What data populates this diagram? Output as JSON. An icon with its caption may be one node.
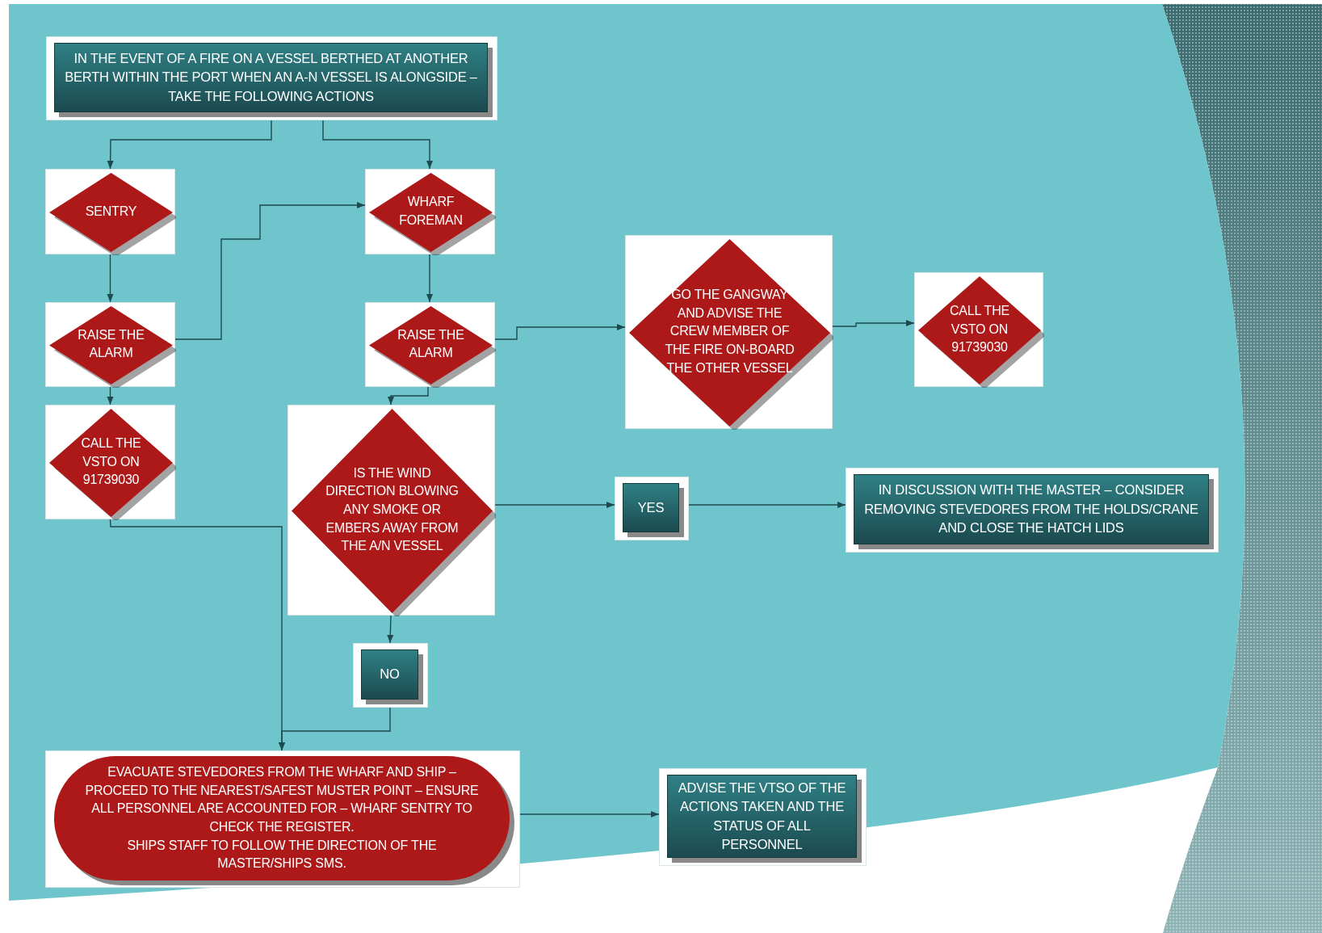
{
  "diagram": {
    "nodes": [
      {
        "text": [
          "IN THE EVENT OF A FIRE ON A VESSEL BERTHED AT ANOTHER BERTH WITHIN THE PORT WHEN AN A-N VESSEL IS ALONGSIDE – TAKE THE FOLLOWING ACTIONS"
        ]
      },
      {
        "text": [
          "SENTRY"
        ]
      },
      {
        "text": [
          "WHARF FOREMAN"
        ]
      },
      {
        "text": [
          "RAISE THE ALARM"
        ]
      },
      {
        "text": [
          "RAISE THE ALARM"
        ]
      },
      {
        "text": [
          "GO THE GANGWAY AND ADVISE THE CREW MEMBER OF THE FIRE ON-BOARD THE OTHER VESSEL"
        ]
      },
      {
        "text": [
          "CALL THE VSTO ON 91739030"
        ]
      },
      {
        "text": [
          "CALL THE VSTO ON 91739030"
        ]
      },
      {
        "text": [
          "IS THE WIND DIRECTION BLOWING ANY SMOKE OR EMBERS AWAY FROM THE A/N VESSEL"
        ]
      },
      {
        "text": [
          "YES"
        ]
      },
      {
        "text": [
          "IN DISCUSSION WITH THE MASTER – CONSIDER REMOVING STEVEDORES FROM THE HOLDS/CRANE AND CLOSE THE HATCH LIDS"
        ]
      },
      {
        "text": [
          "NO"
        ]
      },
      {
        "text": [
          "EVACUATE STEVEDORES FROM THE WHARF AND SHIP – PROCEED TO THE NEAREST/SAFEST MUSTER POINT – ENSURE ALL PERSONNEL ARE ACCOUNTED FOR – WHARF SENTRY TO CHECK THE REGISTER.",
          "SHIPS STAFF TO FOLLOW THE DIRECTION OF THE MASTER/SHIPS SMS."
        ]
      },
      {
        "text": [
          "ADVISE THE VTSO OF THE ACTIONS TAKEN AND THE STATUS OF ALL PERSONNEL"
        ]
      }
    ],
    "edges": [
      {
        "from": 0,
        "to": 1,
        "arrow": "to"
      },
      {
        "from": 0,
        "to": 2,
        "arrow": "to"
      },
      {
        "from": 1,
        "to": 3,
        "arrow": "to"
      },
      {
        "from": 3,
        "to": 2,
        "arrow": "to"
      },
      {
        "from": 2,
        "to": 4,
        "arrow": "to"
      },
      {
        "from": 4,
        "to": 5,
        "arrow": "to"
      },
      {
        "from": 5,
        "to": 6,
        "arrow": "to"
      },
      {
        "from": 3,
        "to": 7,
        "arrow": "to"
      },
      {
        "from": 4,
        "to": 8,
        "arrow": "to"
      },
      {
        "from": 8,
        "to": 9,
        "arrow": "to"
      },
      {
        "from": 9,
        "to": 10,
        "arrow": "to"
      },
      {
        "from": 8,
        "to": 11,
        "arrow": "to"
      },
      {
        "from": 7,
        "to": 12,
        "arrow": "to"
      },
      {
        "from": 11,
        "to": 12,
        "arrow": "to"
      },
      {
        "from": 12,
        "to": 13,
        "arrow": "to"
      }
    ]
  }
}
